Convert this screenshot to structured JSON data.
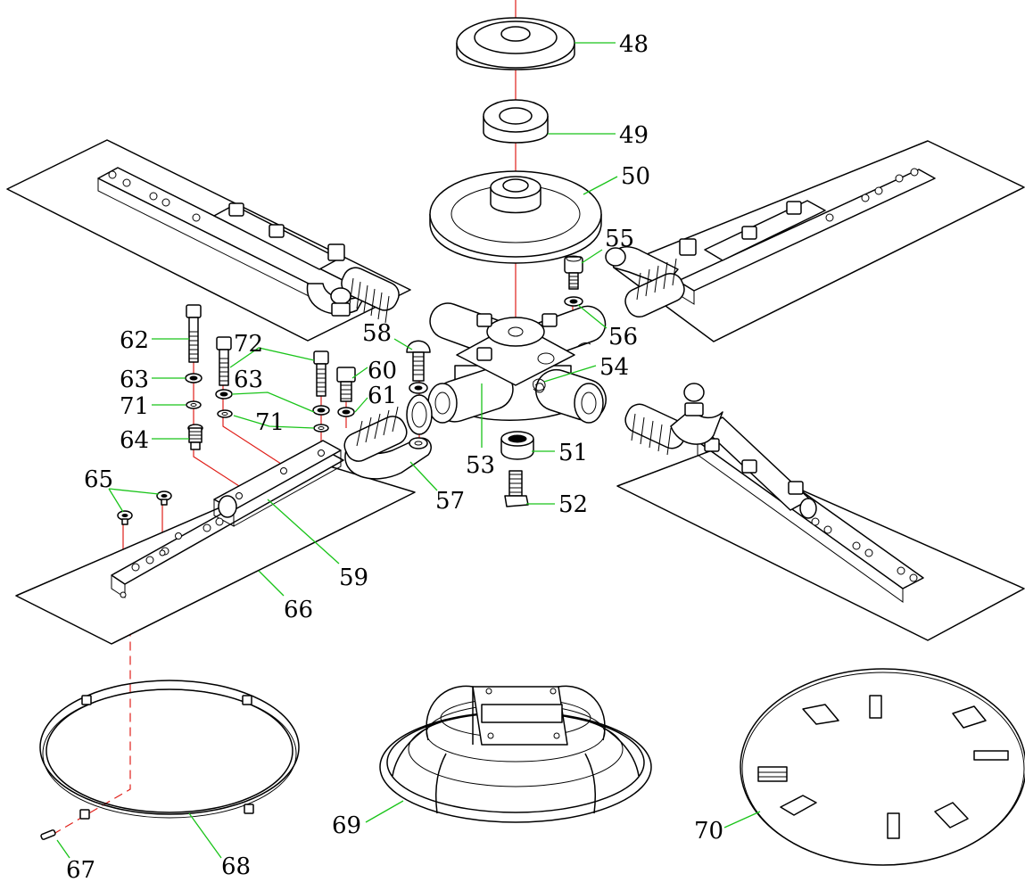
{
  "diagram": {
    "callouts": {
      "c48": "48",
      "c49": "49",
      "c50": "50",
      "c51": "51",
      "c52": "52",
      "c53": "53",
      "c54": "54",
      "c55": "55",
      "c56": "56",
      "c57": "57",
      "c58": "58",
      "c59": "59",
      "c60": "60",
      "c61": "61",
      "c62": "62",
      "c63a": "63",
      "c63b": "63",
      "c64": "64",
      "c65": "65",
      "c66": "66",
      "c67": "67",
      "c68": "68",
      "c69": "69",
      "c70": "70",
      "c71a": "71",
      "c71b": "71",
      "c72": "72"
    },
    "colors": {
      "line_art": "#000000",
      "assembly_axis": "#e0201a",
      "leader_line": "#19c419",
      "background": "#ffffff"
    }
  }
}
